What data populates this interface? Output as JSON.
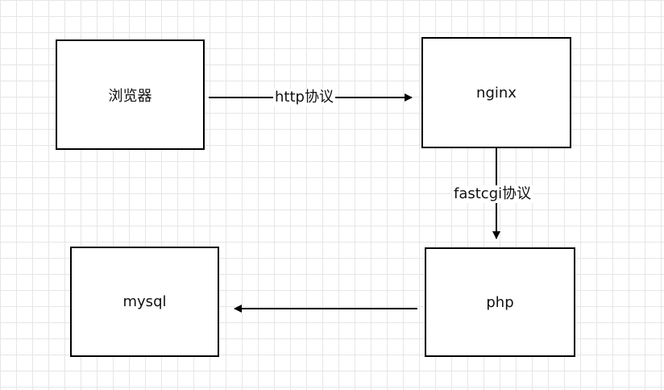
{
  "nodes": {
    "browser": "浏览器",
    "nginx": "nginx",
    "php": "php",
    "mysql": "mysql"
  },
  "edges": {
    "browser_to_nginx": "http协议",
    "nginx_to_php": "fastcgi协议",
    "php_to_mysql": ""
  },
  "colors": {
    "stroke": "#000000",
    "grid": "#e6e6e6",
    "background": "#ffffff"
  }
}
